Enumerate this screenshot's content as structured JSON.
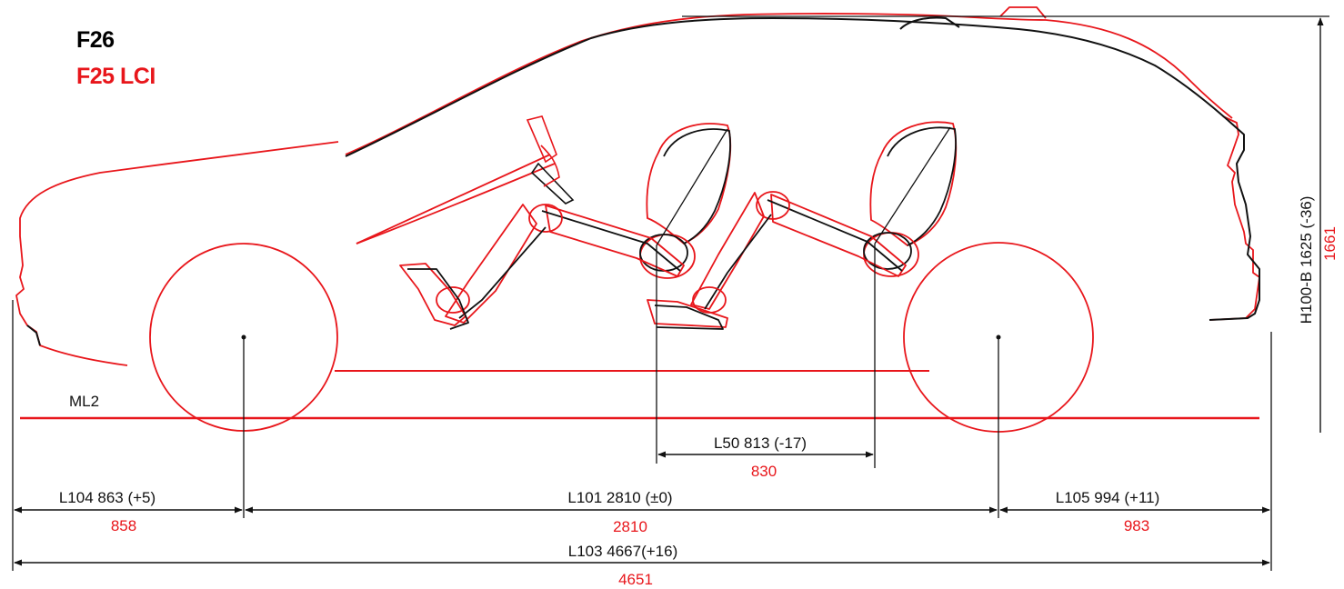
{
  "legend": {
    "f26": "F26",
    "f25_lci": "F25 LCI"
  },
  "colors": {
    "f26": "#111111",
    "f25_lci": "#e8161b"
  },
  "labels": {
    "ml2": "ML2"
  },
  "dimensions": {
    "l104": {
      "f26": "L104 863 (+5)",
      "f25_lci": "858"
    },
    "l101": {
      "f26": "L101 2810 (±0)",
      "f25_lci": "2810"
    },
    "l105": {
      "f26": "L105 994 (+11)",
      "f25_lci": "983"
    },
    "l103": {
      "f26": "L103 4667(+16)",
      "f25_lci": "4651"
    },
    "l50": {
      "f26": "L50 813 (-17)",
      "f25_lci": "830"
    },
    "h100": {
      "f26": "H100-B 1625 (-36)",
      "f25_lci": "1661"
    }
  }
}
